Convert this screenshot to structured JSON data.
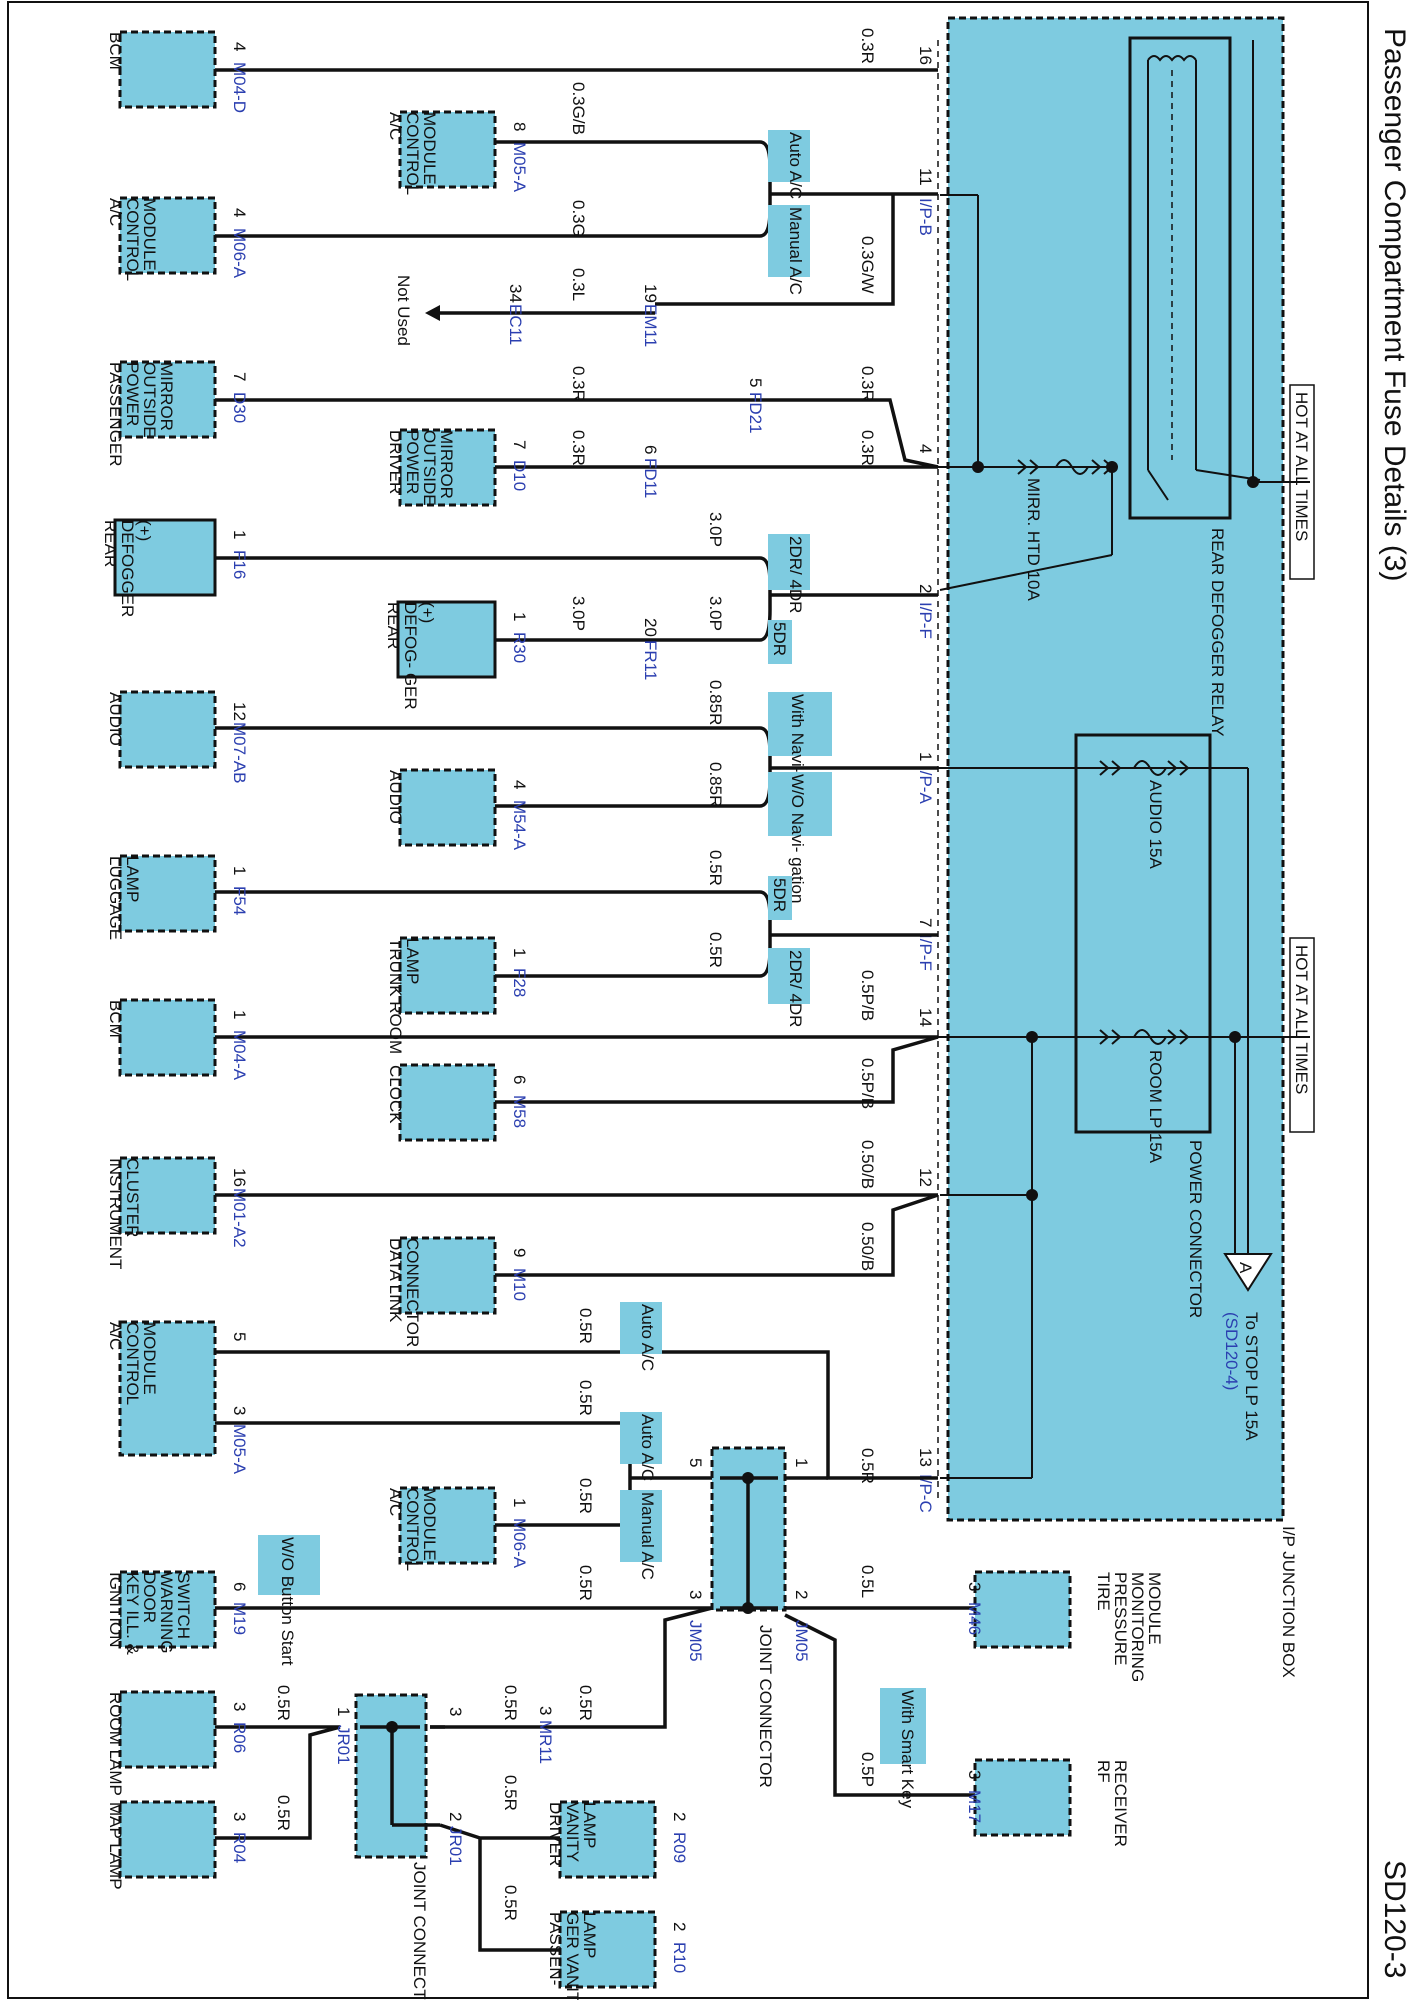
{
  "header": {
    "title": "Passenger Compartment Fuse Details (3)",
    "code": "SD120-3"
  },
  "junction_box": {
    "label": "I/P JUNCTION BOX",
    "hot1": "HOT AT ALL TIMES",
    "hot2": "HOT AT ALL TIMES",
    "relay": "REAR DEFOGGER RELAY",
    "fuse_mirr": "MIRR. HTD 10A",
    "fuse_audio": "AUDIO 15A",
    "fuse_room": "ROOM LP 15A",
    "power_connector": "POWER CONNECTOR",
    "to_stop": "To STOP LP 15A",
    "to_stop_ref": "(SD120-4)",
    "offpage": "A"
  },
  "pins": {
    "p16": "16",
    "p11": "11",
    "p4": "4",
    "p2": "2",
    "p1": "1",
    "p7": "7",
    "p14": "14",
    "p12": "12",
    "p13": "13",
    "ipb": "I/P-B",
    "ipf1": "I/P-F",
    "ipa": "I/P-A",
    "ipf2": "I/P-F",
    "ipc": "I/P-C"
  },
  "wires": {
    "w1": "0.3R",
    "w2": "0.3G/B",
    "w3": "0.3G",
    "w4": "0.3G/W",
    "w5": "0.3L",
    "w6": "0.3R",
    "w7": "0.3R",
    "w8": "0.3R",
    "w9": "0.3R",
    "w10": "3.0P",
    "w11": "3.0P",
    "w12": "3.0P",
    "w13": "0.85R",
    "w14": "0.85R",
    "w15": "0.5R",
    "w16": "0.5R",
    "w17": "0.5P/B",
    "w18": "0.5P/B",
    "w19": "0.50/B",
    "w20": "0.50/B",
    "w21": "0.5R",
    "w22": "0.5R",
    "w23": "0.5R",
    "w24": "0.5R",
    "w25": "0.5R",
    "w26": "0.5L",
    "w27": "0.5P",
    "w28": "0.5R",
    "w29": "0.5R",
    "w30": "0.5R",
    "w31": "0.5R",
    "w32": "0.5R"
  },
  "options": {
    "o1": "Auto A/C",
    "o2": "Manual A/C",
    "o3": "2DR/ 4DR",
    "o4": "5DR",
    "o5": "With Navi- gation",
    "o6": "W/O Navi- gation",
    "o7": "5DR",
    "o8": "2DR/ 4DR",
    "o9": "Auto A/C",
    "o10": "Auto A/C",
    "o11": "Manual A/C",
    "o12": "W/O Button Start",
    "o13": "With Smart Key"
  },
  "components": [
    {
      "name": "BCM",
      "pin": "4",
      "conn": "M04-D"
    },
    {
      "name": "A/C CONTROL MODULE",
      "pin": "8",
      "conn": "M05-A"
    },
    {
      "name": "A/C CONTROL MODULE",
      "pin": "4",
      "conn": "M06-A"
    },
    {
      "name": "PASSENGER POWER OUTSIDE MIRROR",
      "pin": "7",
      "conn": "D30"
    },
    {
      "name": "DRIVER POWER OUTSIDE MIRROR",
      "pin": "7",
      "conn": "D10"
    },
    {
      "name": "REAR DEFOGGER (+)",
      "pin": "1",
      "conn": "F16"
    },
    {
      "name": "REAR DEFOG- GER (+)",
      "pin": "1",
      "conn": "R30"
    },
    {
      "name": "AUDIO",
      "pin": "12",
      "conn": "M07-AB"
    },
    {
      "name": "AUDIO",
      "pin": "4",
      "conn": "M54-A"
    },
    {
      "name": "LUGGAGE LAMP",
      "pin": "1",
      "conn": "F54"
    },
    {
      "name": "TRUNK ROOM LAMP",
      "pin": "1",
      "conn": "F28"
    },
    {
      "name": "BCM",
      "pin": "1",
      "conn": "M04-A"
    },
    {
      "name": "CLOCK",
      "pin": "6",
      "conn": "M58"
    },
    {
      "name": "INSTRUMENT CLUSTER",
      "pin": "16",
      "conn": "M01-A2"
    },
    {
      "name": "DATA LINK CONNECTOR",
      "pin": "9",
      "conn": "M10"
    },
    {
      "name": "A/C CONTROL MODULE",
      "pin": "5",
      "pin2": "3",
      "conn": "M05-A"
    },
    {
      "name": "A/C CONTROL MODULE",
      "pin": "1",
      "conn": "M06-A"
    },
    {
      "name": "IGNITION KEY ILL. & DOOR WARNING SWITCH",
      "pin": "6",
      "conn": "M19"
    },
    {
      "name": "TIRE PRESSURE MONITORING MODULE",
      "pin": "3",
      "conn": "M46"
    },
    {
      "name": "RF RECEIVER",
      "pin": "3",
      "conn": "M17"
    },
    {
      "name": "ROOM LAMP",
      "pin": "3",
      "conn": "R06"
    },
    {
      "name": "MAP LAMP",
      "pin": "3",
      "conn": "R04"
    },
    {
      "name": "DRIVER VANITY LAMP",
      "pin": "2",
      "conn": "R09"
    },
    {
      "name": "PASSEN- GER VANITY LAMP",
      "pin": "2",
      "conn": "R10"
    }
  ],
  "inline": {
    "em11": "EM11",
    "em11_pin": "19",
    "ec11": "EC11",
    "ec11_pin": "34",
    "not_used": "Not Used",
    "fd21": "FD21",
    "fd21_pin": "5",
    "fd11": "FD11",
    "fd11_pin": "6",
    "fr11": "FR11",
    "fr11_pin": "20",
    "mr11": "MR11",
    "mr11_pin": "3"
  },
  "joints": {
    "jm05": "JM05",
    "jm05b": "JM05",
    "jm05_label": "JOINT CONNECTOR",
    "jm05_p1": "1",
    "jm05_p5": "5",
    "jm05_p2": "2",
    "jm05_p3": "3",
    "jr01": "JR01",
    "jr01b": "JR01",
    "jr01_label": "JOINT CONNECTOR",
    "jr01_p1": "1",
    "jr01_p3": "3",
    "jr01_p2": "2"
  }
}
